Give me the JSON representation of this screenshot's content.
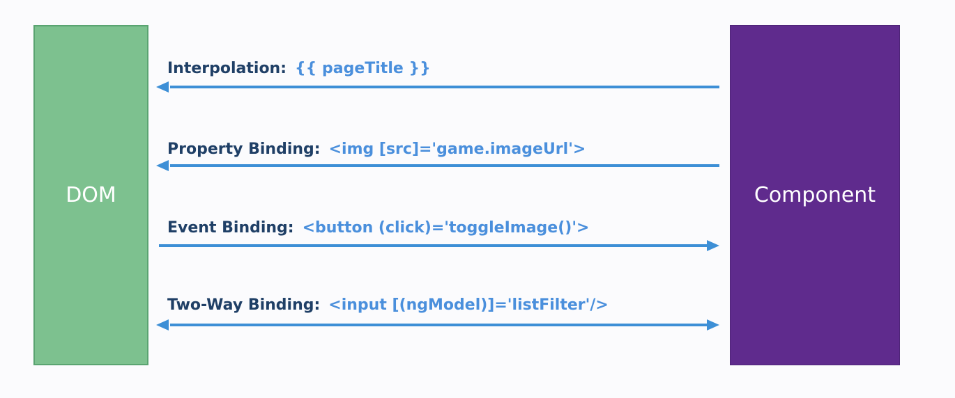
{
  "colors": {
    "dom_box": "#7dc18f",
    "component_box": "#5f2b8d",
    "arrow": "#3d8fd6",
    "label_text": "#1f3f66",
    "code_text": "#4a8fdc"
  },
  "dom": {
    "label": "DOM"
  },
  "component": {
    "label": "Component"
  },
  "bindings": [
    {
      "name": "Interpolation:",
      "code": "{{ pageTitle }}",
      "direction": "component-to-dom"
    },
    {
      "name": "Property Binding:",
      "code": "<img [src]='game.imageUrl'>",
      "direction": "component-to-dom"
    },
    {
      "name": "Event Binding:",
      "code": "<button (click)='toggleImage()'>",
      "direction": "dom-to-component"
    },
    {
      "name": "Two-Way Binding:",
      "code": "<input [(ngModel)]='listFilter'/>",
      "direction": "both"
    }
  ]
}
